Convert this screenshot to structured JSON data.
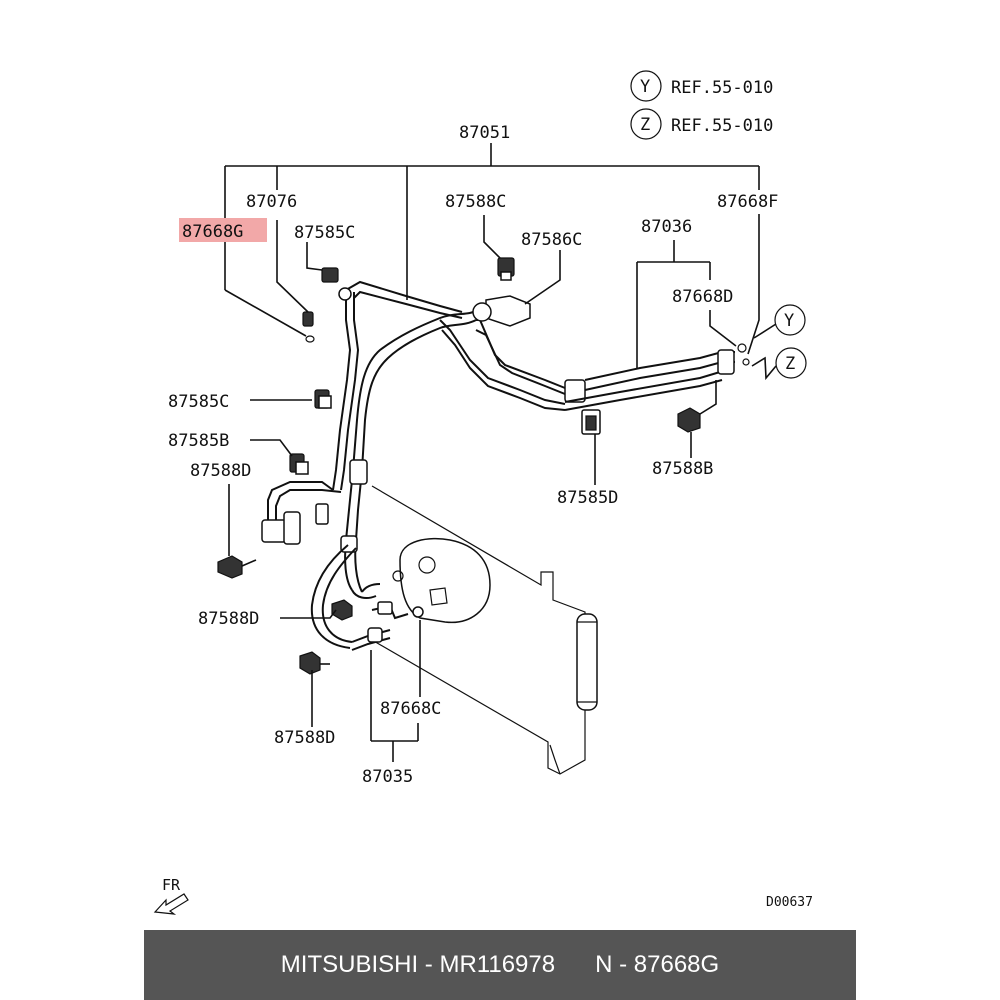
{
  "labels": {
    "ref_y_letter": "Y",
    "ref_y_text": "REF.55-010",
    "ref_z_letter": "Z",
    "ref_z_text": "REF.55-010",
    "p87051": "87051",
    "p87076": "87076",
    "p87668G": "87668G",
    "p87585C_top": "87585C",
    "p87588C": "87588C",
    "p87586C": "87586C",
    "p87036": "87036",
    "p87668F": "87668F",
    "p87668D": "87668D",
    "y_marker": "Y",
    "z_marker": "Z",
    "p87585C_left": "87585C",
    "p87585B": "87585B",
    "p87588D_a": "87588D",
    "p87588D_b": "87588D",
    "p87588D_c": "87588D",
    "p87588B": "87588B",
    "p87585D": "87585D",
    "p87668C": "87668C",
    "p87035": "87035",
    "fr": "FR",
    "diagram_code": "D00637"
  },
  "highlight_part": "87668G",
  "highlight_color": "#f2a8a8",
  "footer": {
    "brand": "MITSUBISHI",
    "part_number": "MR116978",
    "ref_number": "N - 87668G"
  }
}
